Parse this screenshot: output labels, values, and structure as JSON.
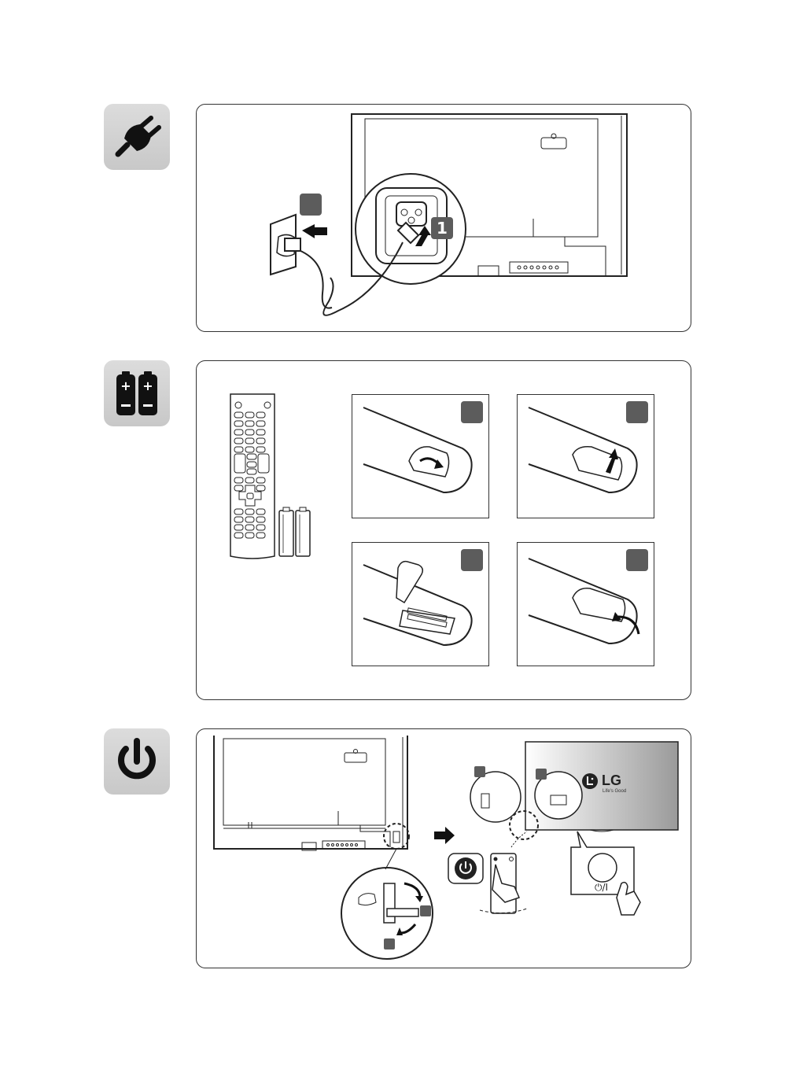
{
  "sections": [
    {
      "id": "power-cable",
      "icon": "power-plug-icon",
      "steps": [
        "1",
        ""
      ]
    },
    {
      "id": "batteries",
      "icon": "batteries-icon",
      "steps": [
        "",
        "",
        "",
        ""
      ]
    },
    {
      "id": "power-on",
      "icon": "power-button-icon",
      "steps": [
        "",
        "",
        "",
        ""
      ]
    }
  ],
  "brand": {
    "logo": "LG",
    "tagline": "Life's Good"
  },
  "power_switch_label": "⏻/I",
  "colors": {
    "panel_border": "#333333",
    "step_badge": "#5c5c5c",
    "icon_tile": "#d0d0d0"
  }
}
